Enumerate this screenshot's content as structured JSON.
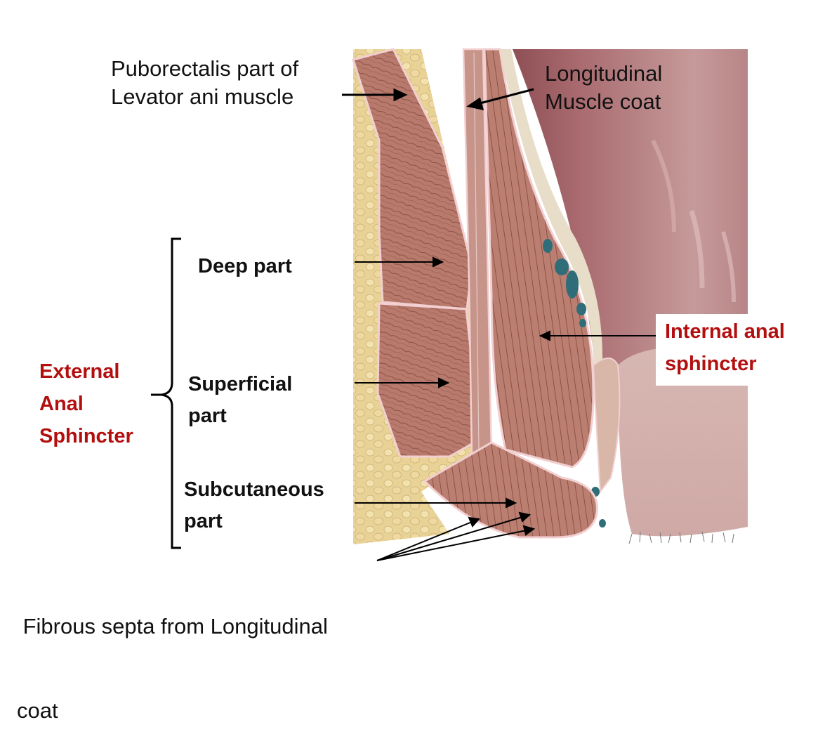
{
  "labels": {
    "puborectalis_line1": "Puborectalis part of",
    "puborectalis_line2": "Levator ani muscle",
    "longitudinal_line1": "Longitudinal",
    "longitudinal_line2": "Muscle coat",
    "deep_part": "Deep part",
    "superficial_line1": "Superficial",
    "superficial_line2": "part",
    "subcutaneous_line1": "Subcutaneous",
    "subcutaneous_line2": "part",
    "external_line1": "External",
    "external_line2": "Anal",
    "external_line3": "Sphincter",
    "internal_line1": "Internal anal",
    "internal_line2": "sphincter",
    "fibrous_line1": " Fibrous septa from Longitudinal",
    "fibrous_line2": "coat"
  },
  "colors": {
    "accent_red": "#b30f0f",
    "muscle": "#b97a6e",
    "fat": "#e8cf8f",
    "mucosa": "#9c5e63",
    "outline": "#f2cfd0"
  }
}
